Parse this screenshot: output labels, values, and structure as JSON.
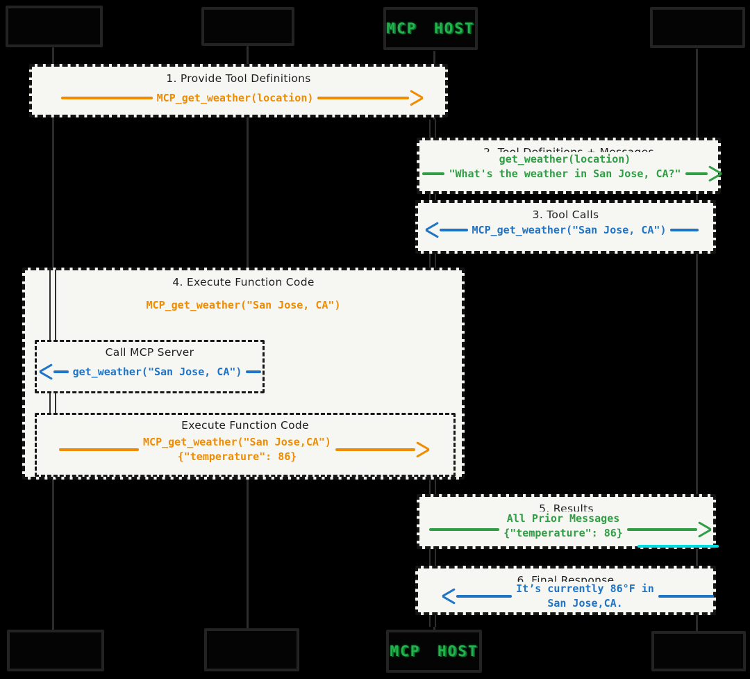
{
  "diagram_type": "sequence-diagram",
  "colors": {
    "background": "#000000",
    "box_fill": "#f6f6f3",
    "dashed_border": "#141414",
    "orange": "#f08c00",
    "green": "#2f9e44",
    "blue": "#1f74c6",
    "host_green": "#23b24b",
    "cyan_accent": "#00dde2"
  },
  "actors": {
    "mcp_host_top": "MCP HOST",
    "mcp_host_bottom": "MCP HOST"
  },
  "messages": {
    "m1": {
      "title": "1. Provide Tool Definitions",
      "code1": "MCP_get_weather(location)",
      "arrow_color": "orange",
      "direction": "right"
    },
    "m2": {
      "title": "2. Tool Definitions + Messages",
      "code1": "get_weather(location)",
      "code2": "\"What's the weather in San Jose, CA?\"",
      "arrow_color": "green",
      "direction": "right"
    },
    "m3": {
      "title": "3. Tool Calls",
      "code1": "MCP_get_weather(\"San Jose, CA\")",
      "arrow_color": "blue",
      "direction": "left"
    },
    "m4": {
      "title": "4. Execute Function Code",
      "code1": "MCP_get_weather(\"San Jose, CA\")",
      "call_server": {
        "title": "Call MCP Server",
        "code1": "get_weather(\"San Jose, CA\")",
        "arrow_color": "blue",
        "direction": "left"
      },
      "exec_code": {
        "title": "Execute Function Code",
        "code1": "MCP_get_weather(\"San Jose,CA\")",
        "code2": "{\"temperature\": 86}",
        "arrow_color": "orange",
        "direction": "right"
      }
    },
    "m5": {
      "title": "5. Results",
      "code1": "All Prior Messages",
      "code2": "{\"temperature\": 86}",
      "arrow_color": "green",
      "direction": "right"
    },
    "m6": {
      "title": "6. Final Response",
      "code1": "It’s currently 86°F in",
      "code2": "San Jose,CA.",
      "arrow_color": "blue",
      "direction": "left"
    }
  }
}
